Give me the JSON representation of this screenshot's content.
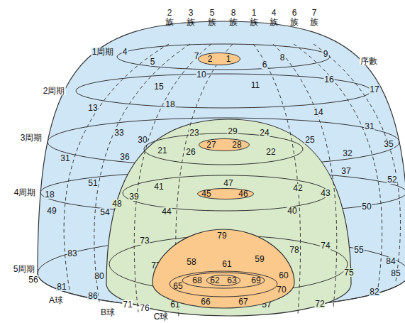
{
  "diagram": {
    "nodes": [
      {
        "text": [
          "2",
          "1"
        ]
      },
      {
        "text": [
          "27",
          "28"
        ]
      },
      {
        "text": [
          "45",
          "46"
        ]
      },
      {
        "text": [
          "79",
          "58",
          "59",
          "61",
          "68",
          "69",
          "65",
          "60",
          "70",
          "66",
          "67"
        ]
      },
      {
        "text": [
          "62",
          "63"
        ],
        "in": 3
      }
    ],
    "labels": [
      "2族",
      "3族",
      "5族",
      "8族",
      "1族",
      "4族",
      "6族",
      "7族",
      "1周期",
      "4",
      "9",
      "7",
      "8",
      "序數",
      "5",
      "6",
      "10",
      "16",
      "11",
      "15",
      "2周期",
      "17",
      "18",
      "13",
      "14",
      "31",
      "29",
      "33",
      "23",
      "24",
      "3周期",
      "30",
      "25",
      "35",
      "21",
      "26",
      "22",
      "32",
      "36",
      "31",
      "37",
      "52",
      "47",
      "51",
      "41",
      "42",
      "4周期",
      "43",
      "18",
      "39",
      "48",
      "50",
      "49",
      "54",
      "44",
      "40",
      "73",
      "74",
      "55",
      "78",
      "83",
      "84",
      "77",
      "5周期",
      "75",
      "85",
      "80",
      "56",
      "81",
      "82",
      "86",
      "A球",
      "71",
      "61",
      "57",
      "72",
      "76",
      "B球",
      "C球"
    ]
  }
}
